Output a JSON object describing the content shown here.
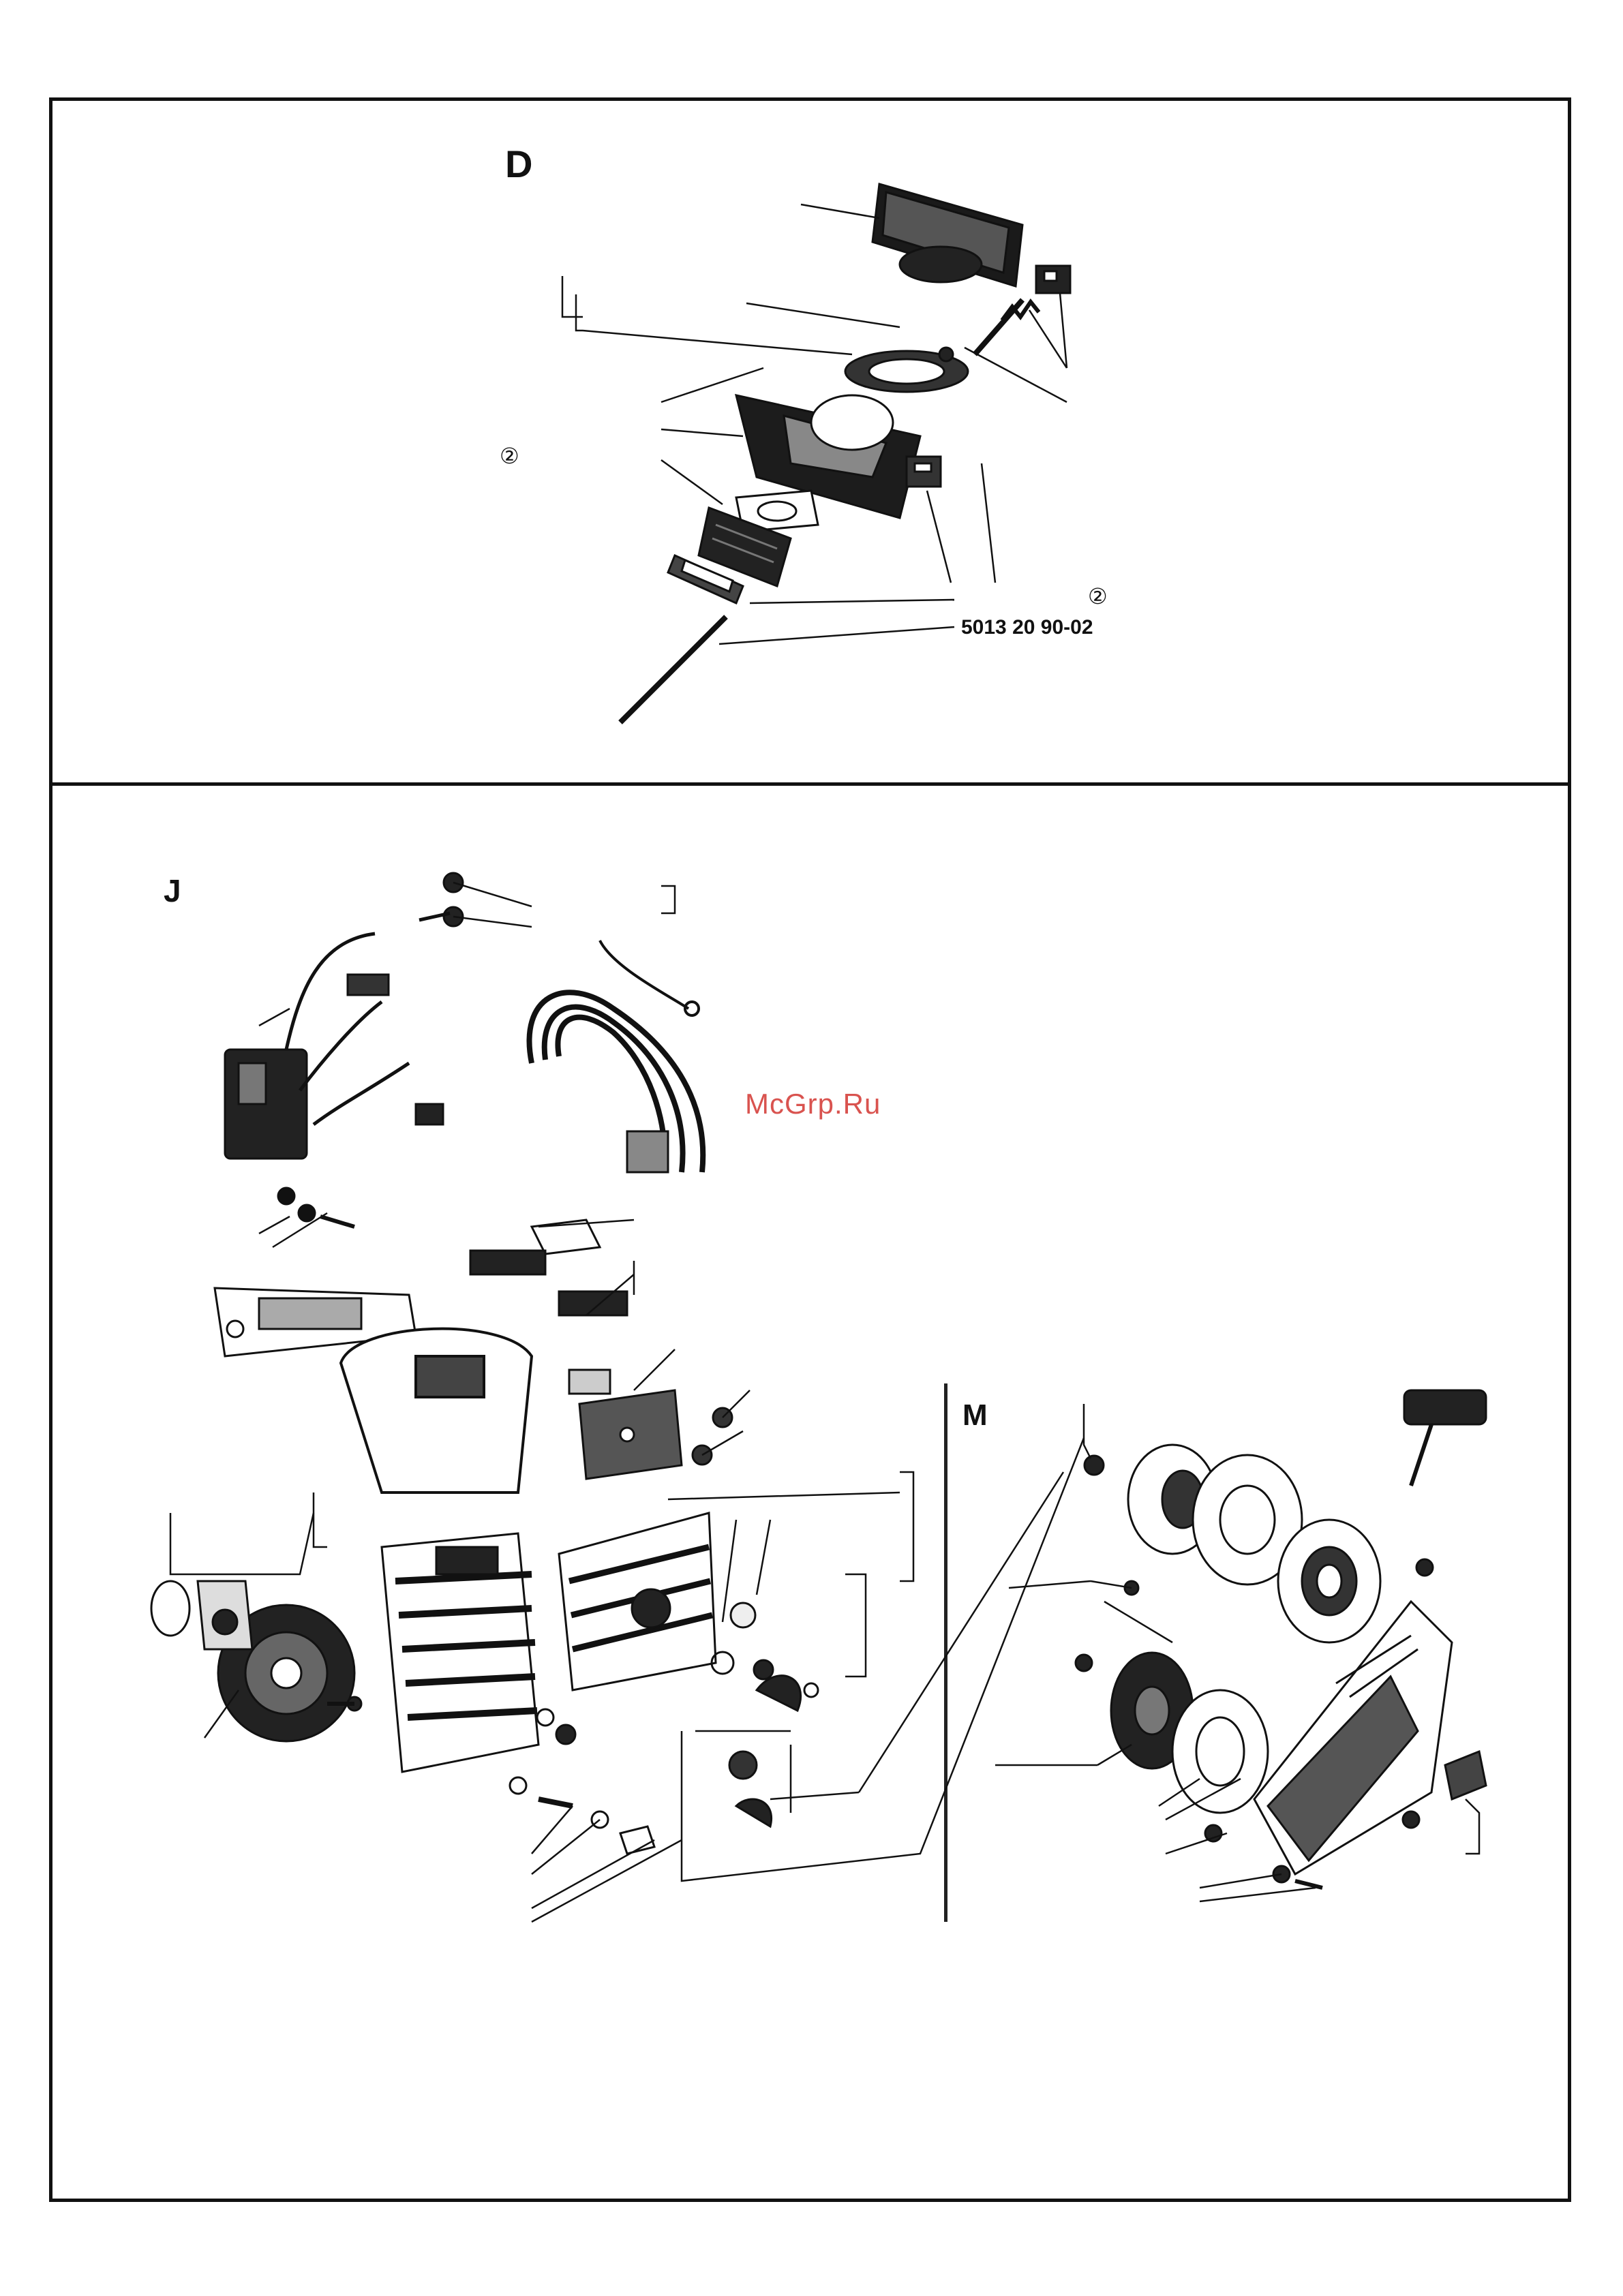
{
  "sections": {
    "d": {
      "letter": "D",
      "part_number": "5013 20 90-02",
      "circled_mark": "②",
      "circled_mark_2": "②"
    },
    "j": {
      "letter": "J"
    },
    "m": {
      "letter": "M"
    }
  },
  "watermark": "McGrp.Ru",
  "colors": {
    "ink": "#111111",
    "watermark": "#d9534f",
    "paper": "#ffffff"
  }
}
